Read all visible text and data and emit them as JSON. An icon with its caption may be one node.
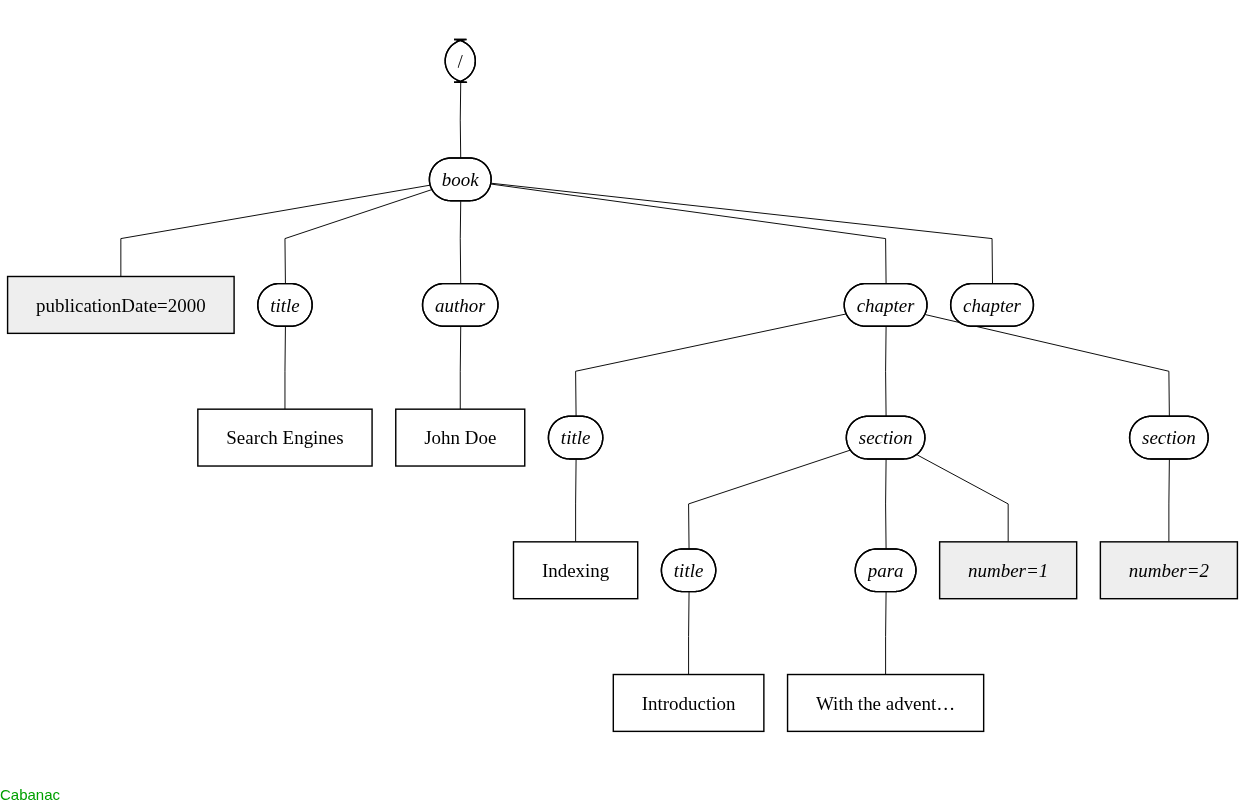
{
  "diagram": {
    "nodes": [
      {
        "text": [
          "/"
        ]
      },
      {
        "text": [
          "book"
        ]
      },
      {
        "text": [
          "publicationDate=2000"
        ]
      },
      {
        "text": [
          "title"
        ]
      },
      {
        "text": [
          "author"
        ]
      },
      {
        "text": [
          "chapter"
        ]
      },
      {
        "text": [
          "chapter"
        ]
      },
      {
        "text": [
          "Search Engines"
        ]
      },
      {
        "text": [
          "John Doe"
        ]
      },
      {
        "text": [
          "title"
        ]
      },
      {
        "text": [
          "section"
        ]
      },
      {
        "text": [
          "section"
        ]
      },
      {
        "text": [
          "Indexing"
        ]
      },
      {
        "text": [
          "title"
        ]
      },
      {
        "text": [
          "para"
        ]
      },
      {
        "text": [
          "number=1"
        ]
      },
      {
        "text": [
          "number=2"
        ]
      },
      {
        "text": [
          "Introduction"
        ]
      },
      {
        "text": [
          "With the advent…"
        ]
      }
    ],
    "edges": [
      {
        "from": 0,
        "to": 1,
        "arrow": "none"
      },
      {
        "from": 1,
        "to": 2,
        "arrow": "none"
      },
      {
        "from": 1,
        "to": 3,
        "arrow": "none"
      },
      {
        "from": 1,
        "to": 4,
        "arrow": "none"
      },
      {
        "from": 1,
        "to": 5,
        "arrow": "none"
      },
      {
        "from": 1,
        "to": 6,
        "arrow": "none"
      },
      {
        "from": 3,
        "to": 7,
        "arrow": "none"
      },
      {
        "from": 4,
        "to": 8,
        "arrow": "none"
      },
      {
        "from": 5,
        "to": 9,
        "arrow": "none"
      },
      {
        "from": 5,
        "to": 10,
        "arrow": "none"
      },
      {
        "from": 5,
        "to": 11,
        "arrow": "none"
      },
      {
        "from": 9,
        "to": 12,
        "arrow": "none"
      },
      {
        "from": 10,
        "to": 13,
        "arrow": "none"
      },
      {
        "from": 10,
        "to": 14,
        "arrow": "none"
      },
      {
        "from": 10,
        "to": 15,
        "arrow": "none"
      },
      {
        "from": 11,
        "to": 16,
        "arrow": "none"
      },
      {
        "from": 13,
        "to": 17,
        "arrow": "none"
      },
      {
        "from": 14,
        "to": 18,
        "arrow": "none"
      }
    ],
    "labels": [
      "Cabanac"
    ]
  }
}
